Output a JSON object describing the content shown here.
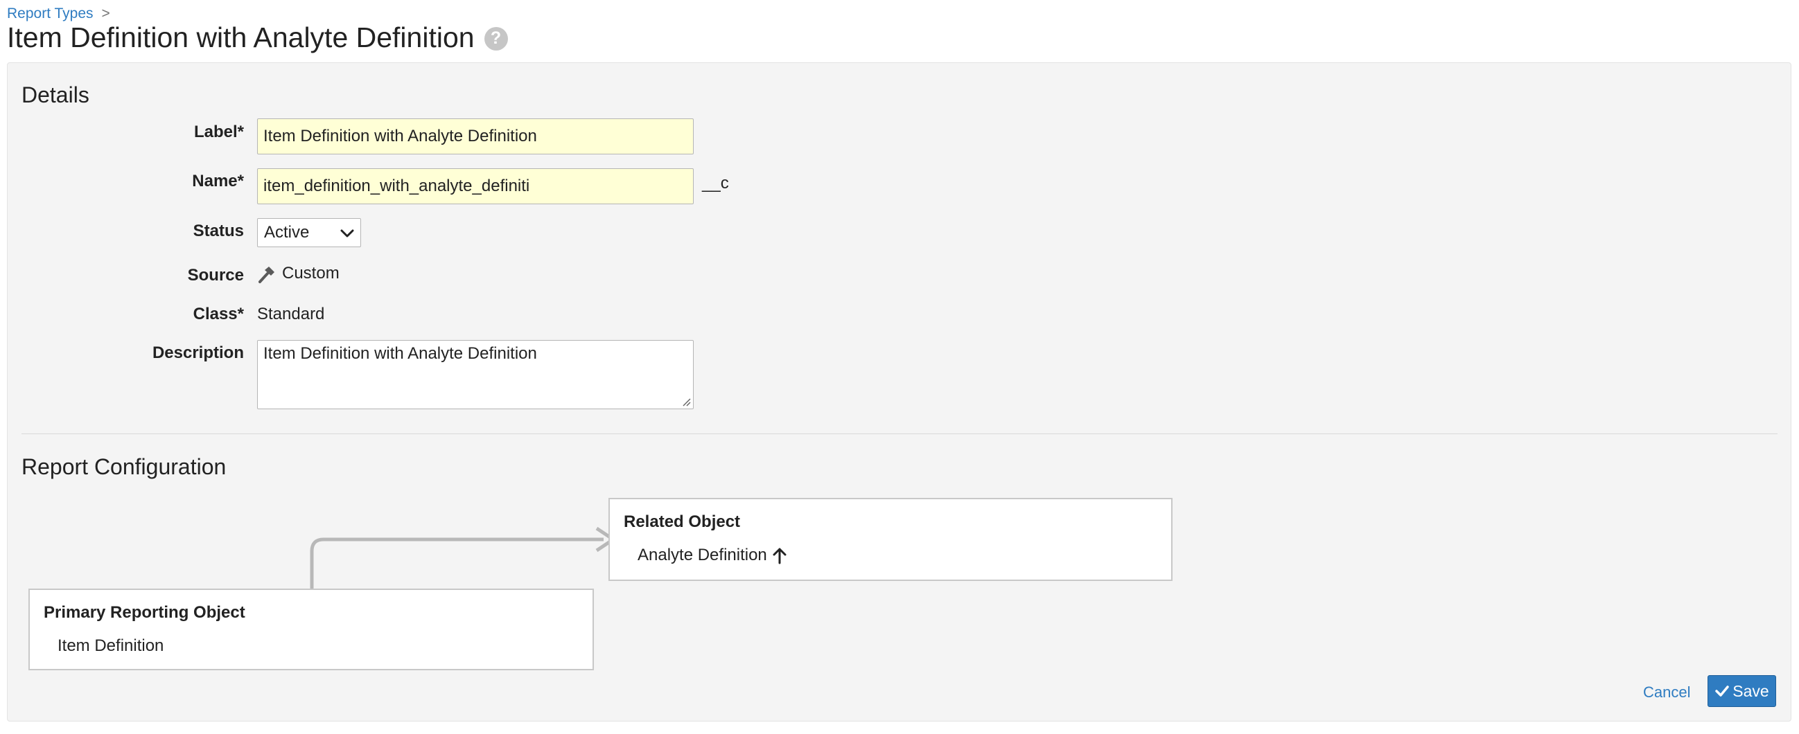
{
  "breadcrumb": {
    "link": "Report Types",
    "separator": ">"
  },
  "page": {
    "title": "Item Definition with Analyte Definition",
    "help_glyph": "?"
  },
  "details": {
    "heading": "Details",
    "label_field": {
      "label": "Label*",
      "value": "Item Definition with Analyte Definition"
    },
    "name_field": {
      "label": "Name*",
      "value": "item_definition_with_analyte_definiti",
      "suffix": "__c"
    },
    "status_field": {
      "label": "Status",
      "value": "Active"
    },
    "source_field": {
      "label": "Source",
      "value": "Custom",
      "icon": "hammer-icon"
    },
    "class_field": {
      "label": "Class*",
      "value": "Standard"
    },
    "description_field": {
      "label": "Description",
      "value": "Item Definition with Analyte Definition"
    }
  },
  "report_config": {
    "heading": "Report Configuration",
    "related": {
      "title": "Related Object",
      "name": "Analyte Definition",
      "icon": "arrow-up-icon"
    },
    "primary": {
      "title": "Primary Reporting Object",
      "name": "Item Definition"
    }
  },
  "actions": {
    "cancel": "Cancel",
    "save": "Save"
  },
  "colors": {
    "accent": "#2f7cc1",
    "required_input_bg": "#ffffd6",
    "panel_bg": "#f4f4f4"
  }
}
